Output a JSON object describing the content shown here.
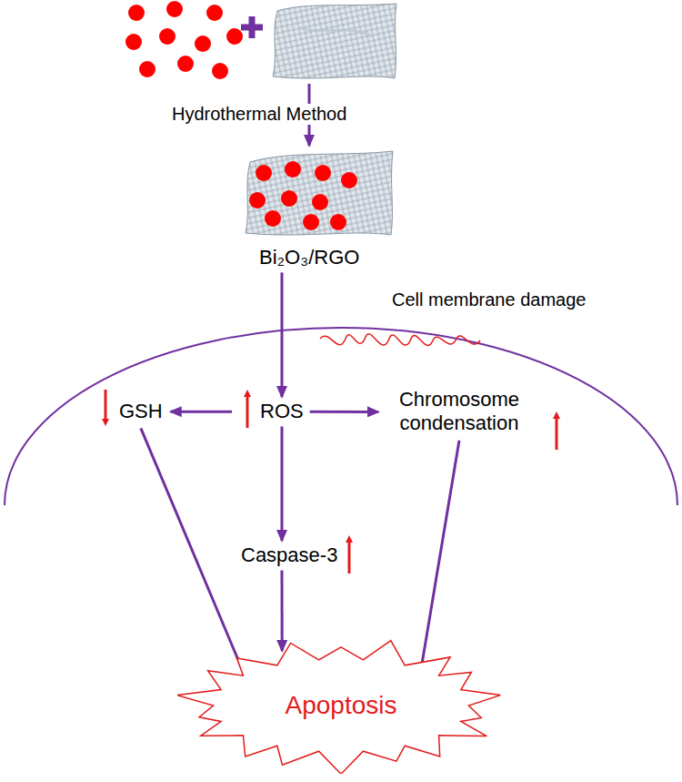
{
  "diagram": {
    "nodes": [
      {
        "text": [
          "Bi₂O₃/RGO"
        ]
      },
      {
        "text": [
          "GSH"
        ]
      },
      {
        "text": [
          "ROS"
        ]
      },
      {
        "text": [
          "Chromosome condensation"
        ]
      },
      {
        "text": [
          "Caspase-3"
        ]
      },
      {
        "text": [
          "Apoptosis"
        ]
      }
    ],
    "edges": [
      {
        "from": 0,
        "to": 2,
        "arrow": "to"
      },
      {
        "from": 2,
        "to": 1,
        "arrow": "to"
      },
      {
        "from": 2,
        "to": 3,
        "arrow": "to"
      },
      {
        "from": 2,
        "to": 4,
        "arrow": "to"
      },
      {
        "from": 1,
        "to": 5,
        "arrow": "to"
      },
      {
        "from": 4,
        "to": 5,
        "arrow": "to"
      },
      {
        "from": 3,
        "to": 5,
        "arrow": "to"
      }
    ],
    "labels": [
      "Hydrothermal Method",
      "Cell membrane damage"
    ]
  }
}
